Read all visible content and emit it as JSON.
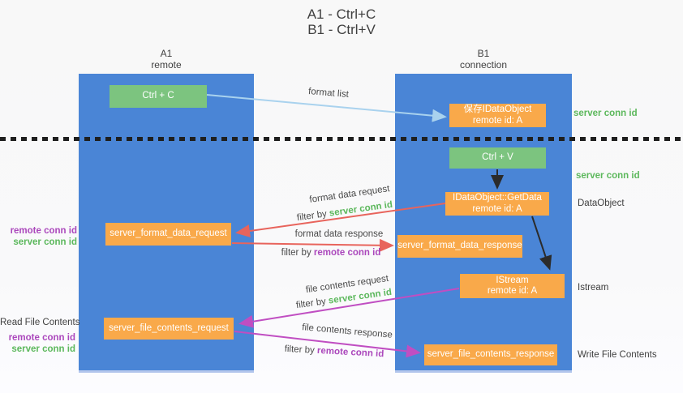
{
  "title": {
    "line1": "A1 - Ctrl+C",
    "line2": "B1 - Ctrl+V"
  },
  "columns": {
    "a1": {
      "name": "A1",
      "subtitle": "remote"
    },
    "b1": {
      "name": "B1",
      "subtitle": "connection"
    }
  },
  "nodes": {
    "ctrl_c": "Ctrl + C",
    "save_idataobject_line1": "保存IDataObject",
    "save_idataobject_line2": "remote id: A",
    "ctrl_v": "Ctrl + V",
    "getdata_line1": "IDataObject::GetData",
    "getdata_line2": "remote id: A",
    "format_request": "server_format_data_request",
    "format_response": "server_format_data_response",
    "istream_line1": "IStream",
    "istream_line2": "remote id: A",
    "file_request": "server_file_contents_request",
    "file_response": "server_file_contents_response"
  },
  "side_labels": {
    "server_conn_id_top": "server conn id",
    "server_conn_id_mid": "server conn id",
    "dataobject": "DataObject",
    "istream": "Istream",
    "write_file_contents": "Write File Contents",
    "remote_conn_id_left1": "remote conn id",
    "server_conn_id_left1": "server conn id",
    "read_file_contents": "Read File Contents",
    "remote_conn_id_left2": "remote conn id",
    "server_conn_id_left2": "server conn id"
  },
  "arrow_labels": {
    "format_list": "format list",
    "format_data_request": "format data request",
    "format_data_response": "format data response",
    "file_contents_request": "file contents request",
    "file_contents_response": "file contents response",
    "filter_by": "filter by",
    "server_conn_id": "server conn id",
    "remote_conn_id": "remote conn id"
  },
  "colors": {
    "column_blue": "#4a85d6",
    "node_orange": "#f9a94a",
    "node_green": "#7cc47f",
    "green_text": "#5cb85c",
    "purple_text": "#ab47bc",
    "red_arrow": "#e8645c",
    "magenta_arrow": "#c04ec2",
    "light_blue_arrow": "#a9d2ee",
    "black_arrow": "#2b2b2b"
  }
}
